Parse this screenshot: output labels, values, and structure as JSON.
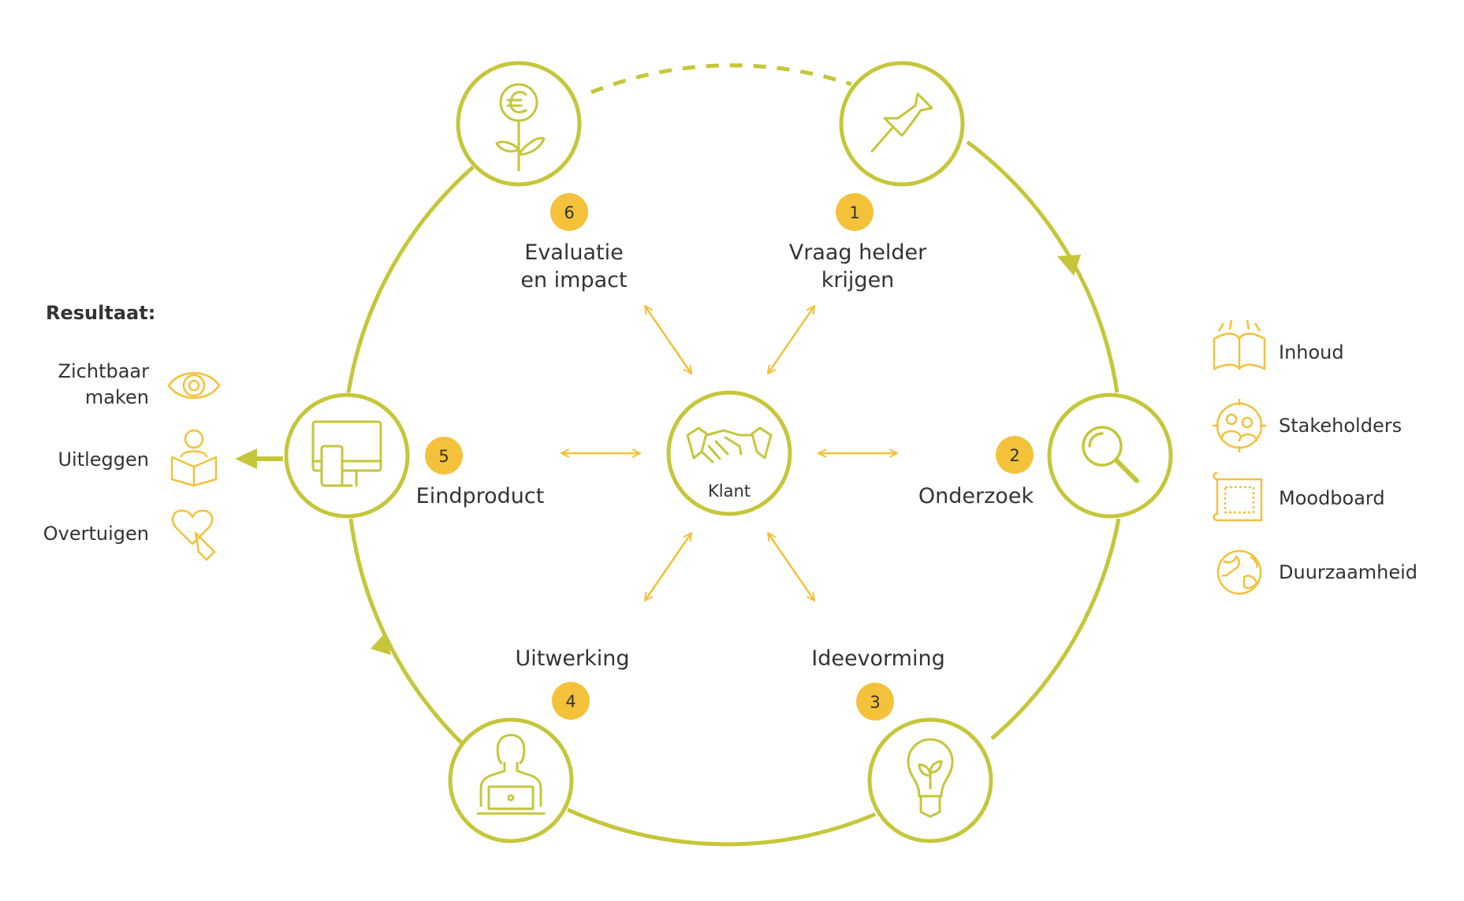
{
  "colors": {
    "ring": "#c5c63a",
    "badge": "#f3c13a",
    "icon": "#f3c13a",
    "text": "#333333",
    "white": "#ffffff"
  },
  "center": {
    "label": "Klant",
    "icon": "handshake-icon"
  },
  "steps": [
    {
      "number": "1",
      "lines": [
        "Vraag helder",
        "krijgen"
      ],
      "icon": "pushpin-icon"
    },
    {
      "number": "2",
      "lines": [
        "Onderzoek"
      ],
      "icon": "magnifier-icon"
    },
    {
      "number": "3",
      "lines": [
        "Ideevorming"
      ],
      "icon": "lightbulb-icon"
    },
    {
      "number": "4",
      "lines": [
        "Uitwerking"
      ],
      "icon": "person-laptop-icon"
    },
    {
      "number": "5",
      "lines": [
        "Eindproduct"
      ],
      "icon": "devices-icon"
    },
    {
      "number": "6",
      "lines": [
        "Evaluatie",
        "en impact"
      ],
      "icon": "euro-plant-icon"
    }
  ],
  "results": {
    "title": "Resultaat:",
    "items": [
      {
        "lines": [
          "Zichtbaar",
          "maken"
        ],
        "icon": "eye-icon"
      },
      {
        "lines": [
          "Uitleggen"
        ],
        "icon": "reader-icon"
      },
      {
        "lines": [
          "Overtuigen"
        ],
        "icon": "heart-hand-icon"
      }
    ]
  },
  "legend": [
    {
      "label": "Inhoud",
      "icon": "book-icon"
    },
    {
      "label": "Stakeholders",
      "icon": "people-target-icon"
    },
    {
      "label": "Moodboard",
      "icon": "blueprint-icon"
    },
    {
      "label": "Duurzaamheid",
      "icon": "globe-icon"
    }
  ]
}
